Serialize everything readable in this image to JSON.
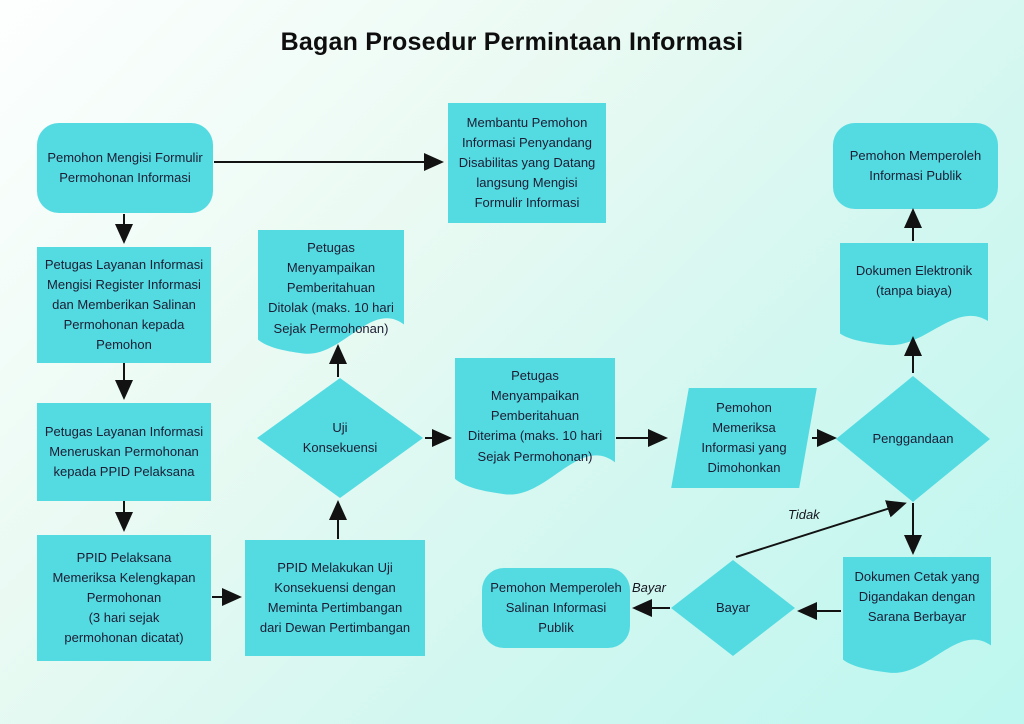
{
  "title": "Bagan Prosedur Permintaan Informasi",
  "colors": {
    "shape_fill": "#54dbe2",
    "text": "#1c1c33",
    "arrow": "#121212",
    "background_top_left": "#fdfffe",
    "background_bottom_right": "#bdf7ef"
  },
  "nodes": {
    "pemohon_mengisi": {
      "shape": "rounded-rect",
      "text": "Pemohon Mengisi Formulir\nPermohonan Informasi"
    },
    "membantu_pemohon": {
      "shape": "rect",
      "text": "Membantu Pemohon\nInformasi Penyandang\nDisabilitas yang Datang\nlangsung Mengisi\nFormulir Informasi"
    },
    "pemohon_memperoleh_informasi": {
      "shape": "rounded-rect",
      "text": "Pemohon Memperoleh\nInformasi Publik"
    },
    "petugas_register": {
      "shape": "rect",
      "text": "Petugas Layanan Informasi\nMengisi Register Informasi\ndan Memberikan Salinan\nPermohonan kepada\nPemohon"
    },
    "pemberitahuan_ditolak": {
      "shape": "document",
      "text": "Petugas\nMenyampaikan\nPemberitahuan\nDitolak (maks. 10 hari\nSejak Permohonan)"
    },
    "dokumen_elektronik": {
      "shape": "document",
      "text": "Dokumen Elektronik\n(tanpa biaya)"
    },
    "petugas_meneruskan": {
      "shape": "rect",
      "text": "Petugas Layanan Informasi\nMeneruskan Permohonan\nkepada PPID Pelaksana"
    },
    "uji_konsekuensi": {
      "shape": "diamond",
      "text": "Uji\nKonsekuensi"
    },
    "pemberitahuan_diterima": {
      "shape": "document",
      "text": "Petugas\nMenyampaikan\nPemberitahuan\nDiterima (maks. 10 hari\nSejak Permohonan)"
    },
    "pemohon_memeriksa": {
      "shape": "parallelogram",
      "text": "Pemohon\nMemeriksa\nInformasi yang\nDimohonkan"
    },
    "penggandaan": {
      "shape": "diamond",
      "text": "Penggandaan"
    },
    "ppid_memeriksa": {
      "shape": "rect",
      "text": "PPID Pelaksana\nMemeriksa Kelengkapan\nPermohonan\n(3 hari sejak\npermohonan dicatat)"
    },
    "ppid_uji_konsekuensi": {
      "shape": "rect",
      "text": "PPID Melakukan Uji\nKonsekuensi dengan\nMeminta Pertimbangan\ndari Dewan Pertimbangan"
    },
    "pemohon_salinan": {
      "shape": "rounded-rect",
      "text": "Pemohon Memperoleh\nSalinan Informasi\nPublik"
    },
    "bayar": {
      "shape": "diamond",
      "text": "Bayar"
    },
    "dokumen_cetak": {
      "shape": "document",
      "text": "Dokumen Cetak yang\nDigandakan dengan\nSarana Berbayar"
    }
  },
  "edge_labels": {
    "tidak": "Tidak",
    "bayar": "Bayar"
  }
}
